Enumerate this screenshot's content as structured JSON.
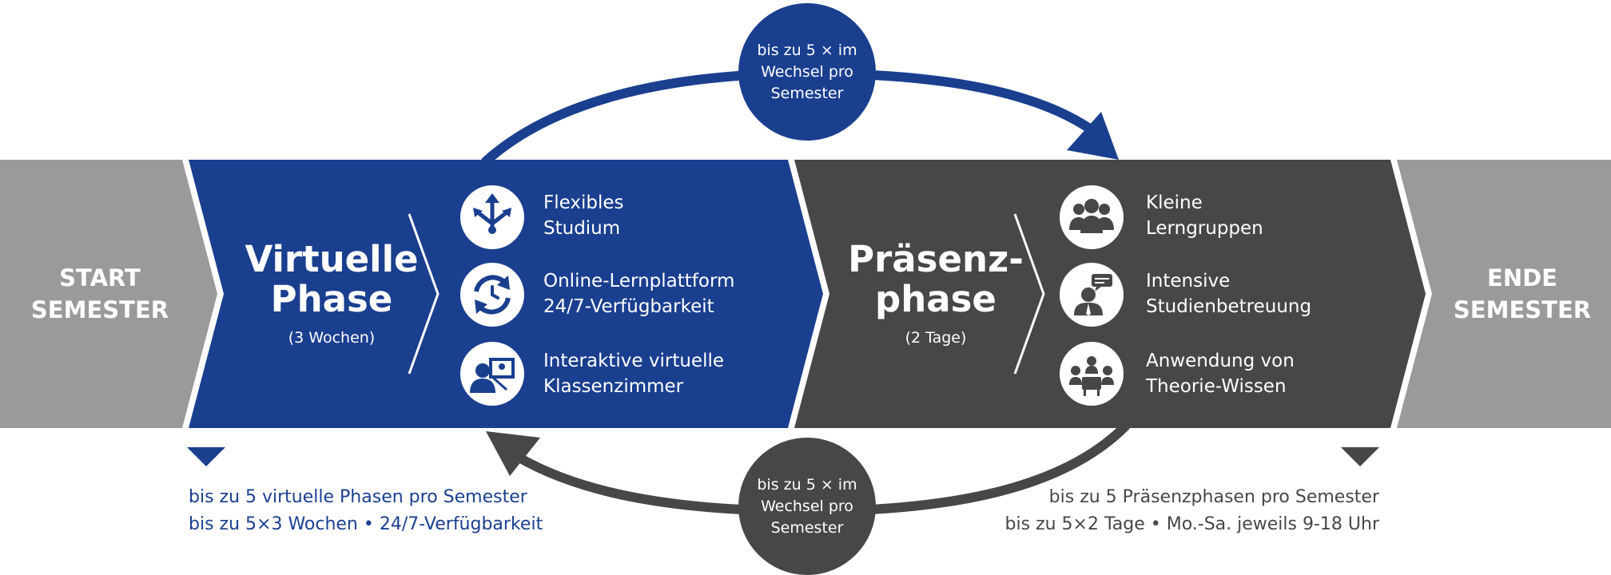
{
  "colors": {
    "blue": "#1a3f8f",
    "dark": "#474747",
    "gray": "#9a9a9a",
    "white": "#ffffff"
  },
  "start": {
    "line1": "START",
    "line2": "SEMESTER"
  },
  "end": {
    "line1": "ENDE",
    "line2": "SEMESTER"
  },
  "virtual": {
    "title1": "Virtuelle",
    "title2": "Phase",
    "duration": "(3 Wochen)",
    "features": [
      {
        "icon": "arrows-branch-icon",
        "line1": "Flexibles",
        "line2": "Studium"
      },
      {
        "icon": "refresh-clock-icon",
        "line1": "Online-Lernplattform",
        "line2": "24/7-Verfügbarkeit"
      },
      {
        "icon": "virtual-classroom-icon",
        "line1": "Interaktive virtuelle",
        "line2": "Klassenzimmer"
      }
    ],
    "note1": "bis zu 5 virtuelle Phasen pro Semester",
    "note2": "bis zu 5×3 Wochen • 24/7-Verfügbarkeit"
  },
  "presence": {
    "title1": "Präsenz-",
    "title2": "phase",
    "duration": "(2 Tage)",
    "features": [
      {
        "icon": "group-icon",
        "line1": "Kleine",
        "line2": "Lerngruppen"
      },
      {
        "icon": "mentor-icon",
        "line1": "Intensive",
        "line2": "Studienbetreuung"
      },
      {
        "icon": "meeting-icon",
        "line1": "Anwendung von",
        "line2": "Theorie-Wissen"
      }
    ],
    "note1": "bis zu 5 Präsenzphasen pro Semester",
    "note2": "bis zu 5×2 Tage • Mo.-Sa. jeweils 9-18 Uhr"
  },
  "cycle": {
    "top": {
      "line1": "bis zu 5 × im",
      "line2": "Wechsel pro",
      "line3": "Semester"
    },
    "bottom": {
      "line1": "bis zu 5 × im",
      "line2": "Wechsel pro",
      "line3": "Semester"
    }
  }
}
